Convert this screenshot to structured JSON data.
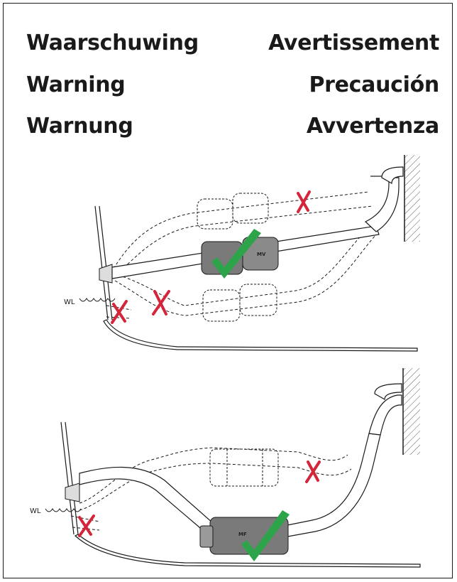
{
  "warnings": {
    "dutch": "Waarschuwing",
    "french": "Avertissement",
    "english": "Warning",
    "spanish": "Precaución",
    "german": "Warnung",
    "italian": "Avvertenza"
  },
  "diagram_top": {
    "waterline_label": "WL",
    "device_label": "MV"
  },
  "diagram_bottom": {
    "waterline_label": "WL",
    "device_label": "MF"
  },
  "colors": {
    "check": "#2ea44a",
    "cross": "#d3263b",
    "ink": "#1a1a1a",
    "device": "#7a7a7a"
  }
}
